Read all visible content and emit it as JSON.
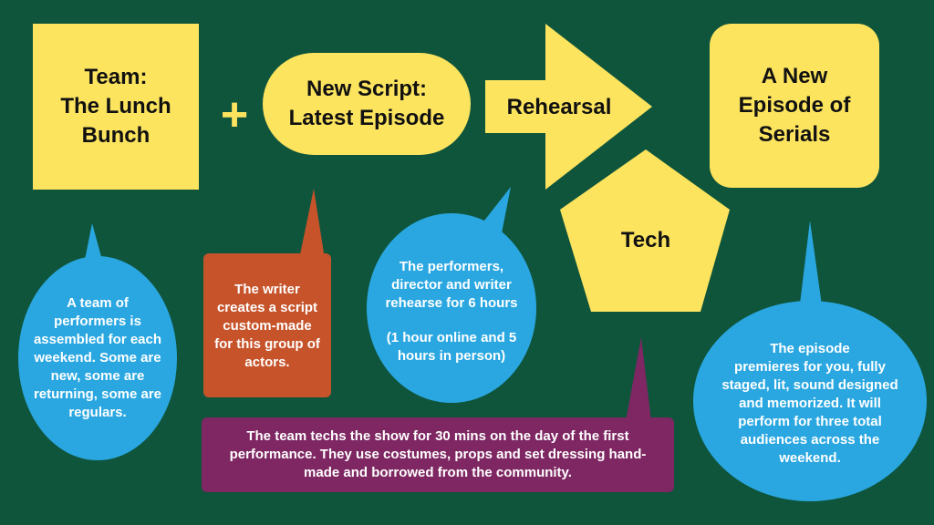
{
  "colors": {
    "background": "#0f553c",
    "yellow": "#fde45f",
    "blue": "#2aa7e1",
    "rust": "#c6532a",
    "purple": "#7e2762"
  },
  "shapes": {
    "team": "Team:\nThe Lunch\nBunch",
    "plus": "+",
    "script": "New Script:\nLatest Episode",
    "rehearsal": "Rehearsal",
    "tech": "Tech",
    "episode": "A New\nEpisode of\nSerials"
  },
  "notes": {
    "team": "A team of\nperformers is\nassembled for each\nweekend.  Some are\nnew, some are\nreturning, some are\nregulars.",
    "writer": "The writer\ncreates a script\ncustom-made\nfor this group of\nactors.",
    "rehearsal_line1": "The performers,\ndirector and writer\nrehearse for 6 hours",
    "rehearsal_line2": "(1 hour online and 5\nhours in person)",
    "tech": "The team techs the show for 30 mins on the day of the first\nperformance.  They use costumes, props and set dressing hand-\nmade and borrowed from the community.",
    "episode": "The episode\npremieres for you, fully\nstaged, lit, sound designed\nand memorized.  It will\nperform for three total\naudiences across the\nweekend."
  }
}
